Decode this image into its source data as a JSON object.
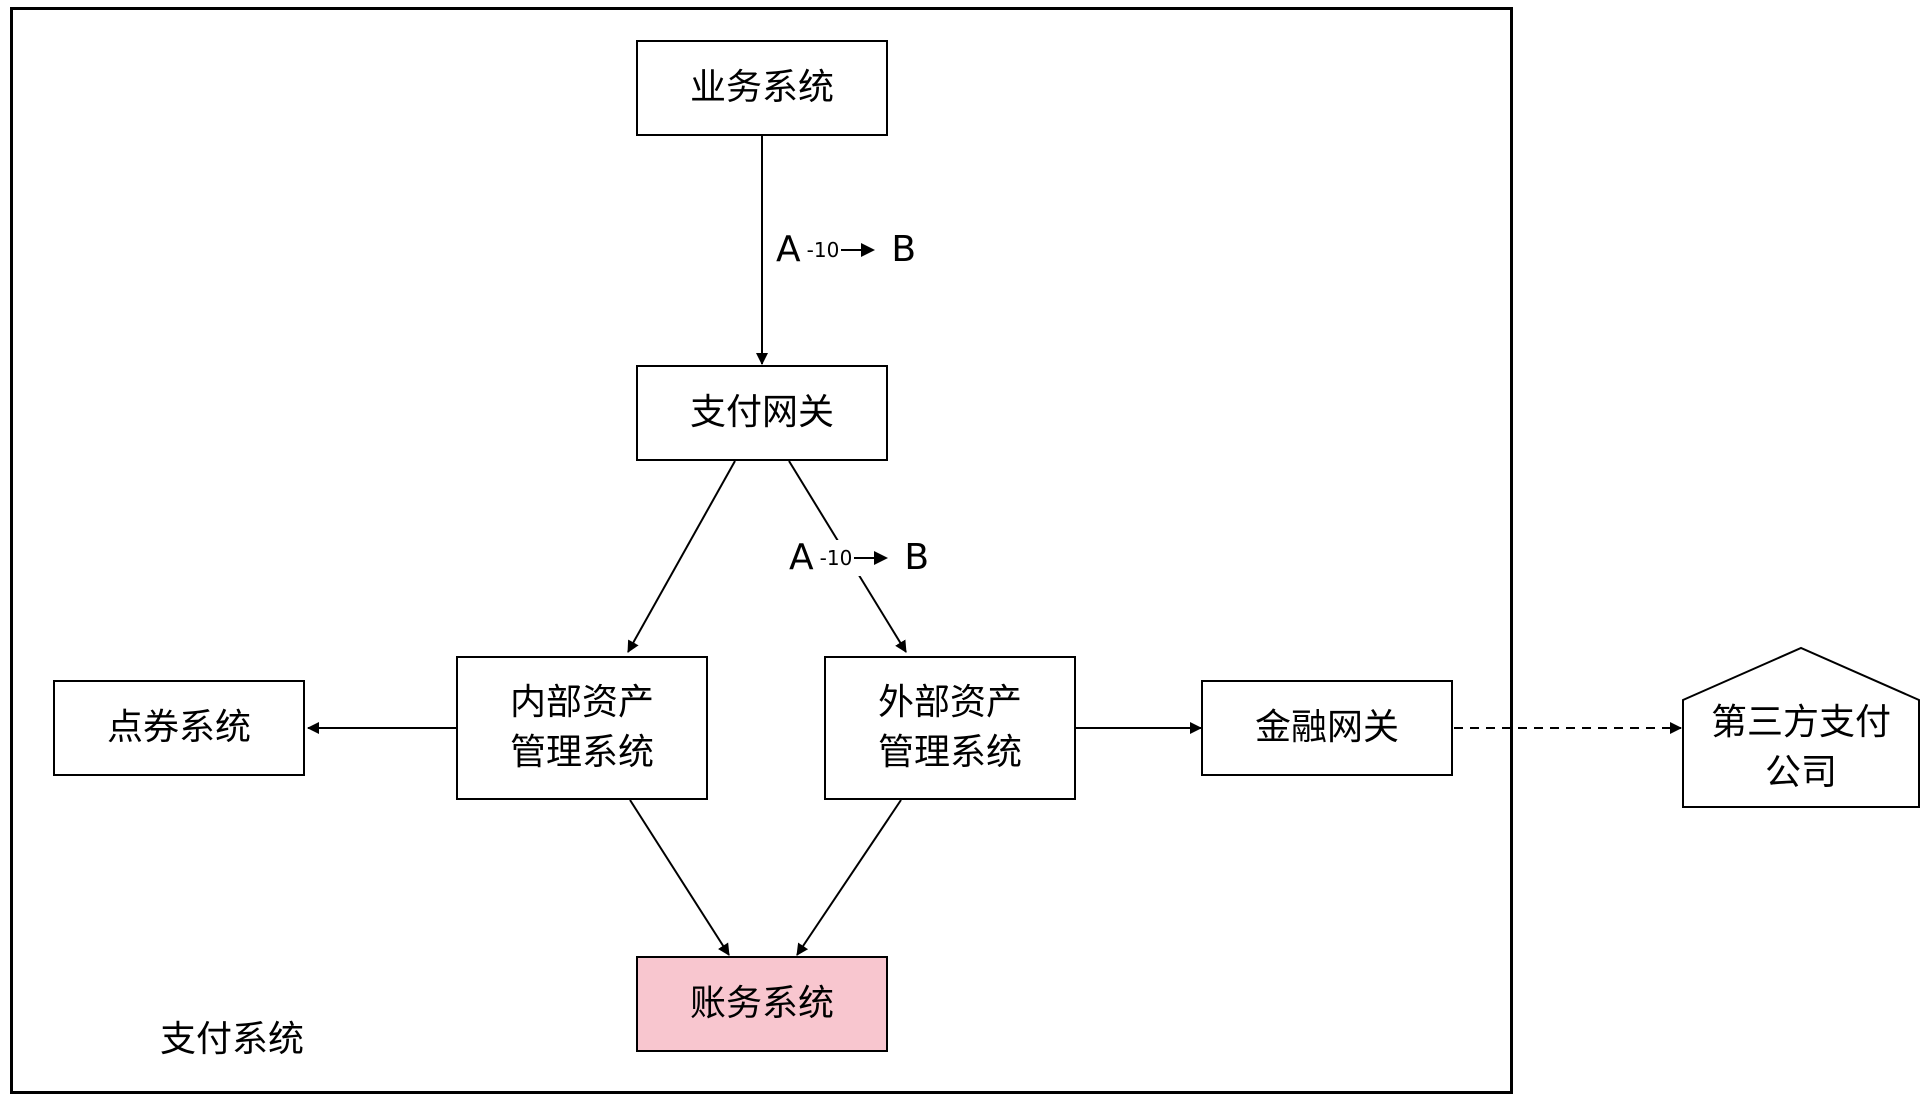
{
  "container": {
    "label": "支付系统"
  },
  "nodes": {
    "business": "业务系统",
    "gateway": "支付网关",
    "internal_asset": "内部资产\n管理系统",
    "external_asset": "外部资产\n管理系统",
    "points_coupon": "点券系统",
    "financial_gateway": "金融网关",
    "accounting": "账务系统",
    "third_party": "第三方支付\n公司"
  },
  "flow_labels": {
    "top": {
      "from": "A",
      "amount": "-10",
      "to": "B"
    },
    "right": {
      "from": "A",
      "amount": "-10",
      "to": "B"
    }
  },
  "colors": {
    "highlight_fill": "#f8c6cf",
    "stroke": "#000000"
  }
}
